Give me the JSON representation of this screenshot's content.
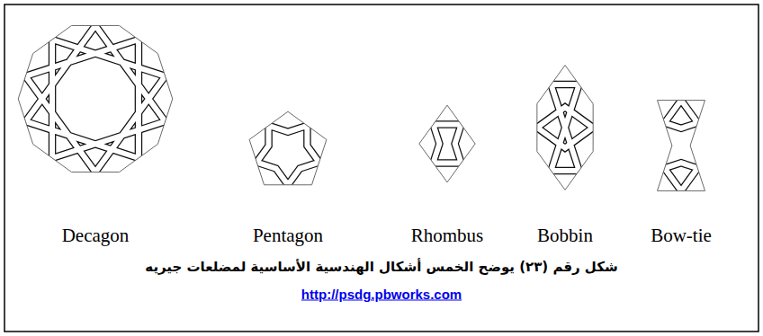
{
  "diagram": {
    "caption": "شكل رقم (٢٣) يوضح الخمس أشكال الهندسية الأساسية لمضلعات جيريه",
    "labels": [
      "Decagon",
      "Pentagon",
      "Rhombus",
      "Bobbin",
      "Bow-tie",
      "http://psdg.pbworks.com"
    ]
  }
}
